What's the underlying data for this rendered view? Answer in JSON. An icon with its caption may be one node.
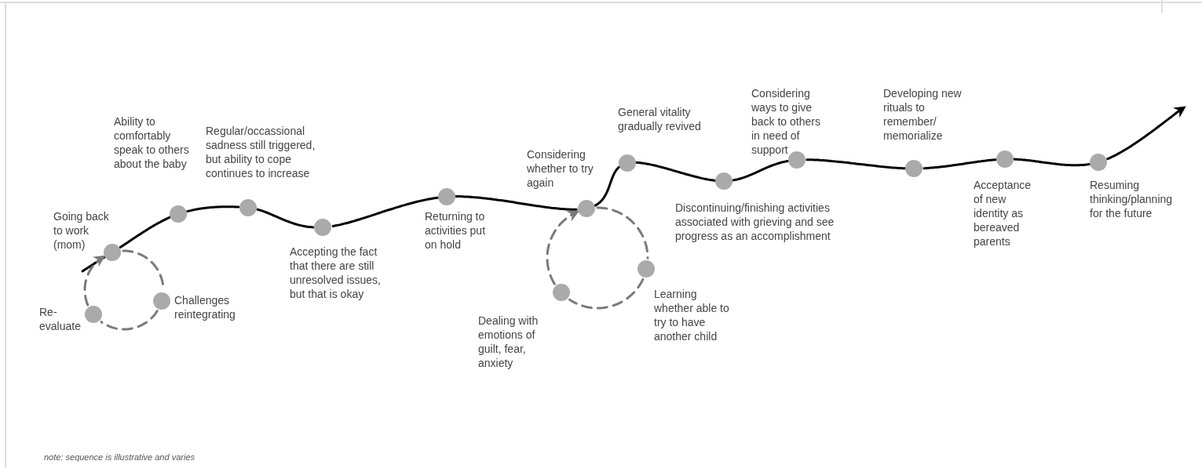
{
  "diagram": {
    "nodes": [
      {
        "text": [],
        "shape": "circle",
        "beside": [
          "Re-evaluate"
        ]
      },
      {
        "text": [],
        "shape": "circle",
        "beside": [
          "Going back to work (mom)"
        ]
      },
      {
        "text": [],
        "shape": "circle",
        "beside": [
          "Challenges reintegrating"
        ]
      },
      {
        "text": [],
        "shape": "circle",
        "beside": [
          "Ability to comfortably speak to others about the baby"
        ]
      },
      {
        "text": [],
        "shape": "circle",
        "beside": [
          "Regular/occassional sadness still triggered, but ability to cope continues to increase"
        ]
      },
      {
        "text": [],
        "shape": "circle",
        "beside": [
          "Accepting the fact that there are still unresolved issues, but that is okay"
        ]
      },
      {
        "text": [],
        "shape": "circle",
        "beside": [
          "Returning to activities put on hold"
        ]
      },
      {
        "text": [],
        "shape": "circle",
        "beside": [
          "Dealing with emotions of guilt, fear, anxiety"
        ]
      },
      {
        "text": [],
        "shape": "circle",
        "beside": [
          "Considering whether to try again"
        ]
      },
      {
        "text": [],
        "shape": "circle",
        "beside": [
          "General vitality gradually revived"
        ]
      },
      {
        "text": [],
        "shape": "circle",
        "beside": [
          "Learning whether able to try to have another child"
        ]
      },
      {
        "text": [],
        "shape": "circle",
        "beside": [
          "Discontinuing/finishing activities associated with grieving and see progress as an accomplishment"
        ]
      },
      {
        "text": [],
        "shape": "circle",
        "beside": [
          "Considering ways to give back to others in need of support"
        ]
      },
      {
        "text": [],
        "shape": "circle",
        "beside": [
          "Developing new rituals to remember/ memorialize"
        ]
      },
      {
        "text": [],
        "shape": "circle",
        "beside": [
          "Acceptance of new identity as bereaved parents"
        ]
      },
      {
        "text": [],
        "shape": "circle",
        "beside": [
          "Resuming thinking/planning for the future"
        ]
      }
    ],
    "edges": [
      {
        "from": null,
        "to": 1,
        "arrow": "none"
      },
      {
        "from": 1,
        "to": 3,
        "arrow": "none"
      },
      {
        "from": 3,
        "to": 4,
        "arrow": "none"
      },
      {
        "from": 4,
        "to": 5,
        "arrow": "none"
      },
      {
        "from": 5,
        "to": 6,
        "arrow": "none"
      },
      {
        "from": 6,
        "to": 8,
        "arrow": "none"
      },
      {
        "from": 8,
        "to": 9,
        "arrow": "none"
      },
      {
        "from": 9,
        "to": 11,
        "arrow": "none"
      },
      {
        "from": 11,
        "to": 12,
        "arrow": "none"
      },
      {
        "from": 12,
        "to": 13,
        "arrow": "none"
      },
      {
        "from": 13,
        "to": 14,
        "arrow": "none"
      },
      {
        "from": 14,
        "to": 15,
        "arrow": "none"
      },
      {
        "from": 15,
        "to": null,
        "arrow": "to"
      },
      {
        "from": 1,
        "to": 2,
        "arrow": "none",
        "style": "dashed",
        "color": "#7a7a7a"
      },
      {
        "from": 2,
        "to": 0,
        "arrow": "none",
        "style": "dashed",
        "color": "#7a7a7a"
      },
      {
        "from": 0,
        "to": 1,
        "arrow": "to",
        "style": "dashed",
        "color": "#7a7a7a"
      },
      {
        "from": 8,
        "to": 10,
        "arrow": "none",
        "style": "dashed",
        "color": "#7a7a7a"
      },
      {
        "from": 10,
        "to": 7,
        "arrow": "none",
        "style": "dashed",
        "color": "#7a7a7a"
      },
      {
        "from": 7,
        "to": 8,
        "arrow": "to",
        "style": "dashed",
        "color": "#7a7a7a"
      }
    ],
    "labels": [
      "note: sequence is illustrative and varies"
    ]
  }
}
